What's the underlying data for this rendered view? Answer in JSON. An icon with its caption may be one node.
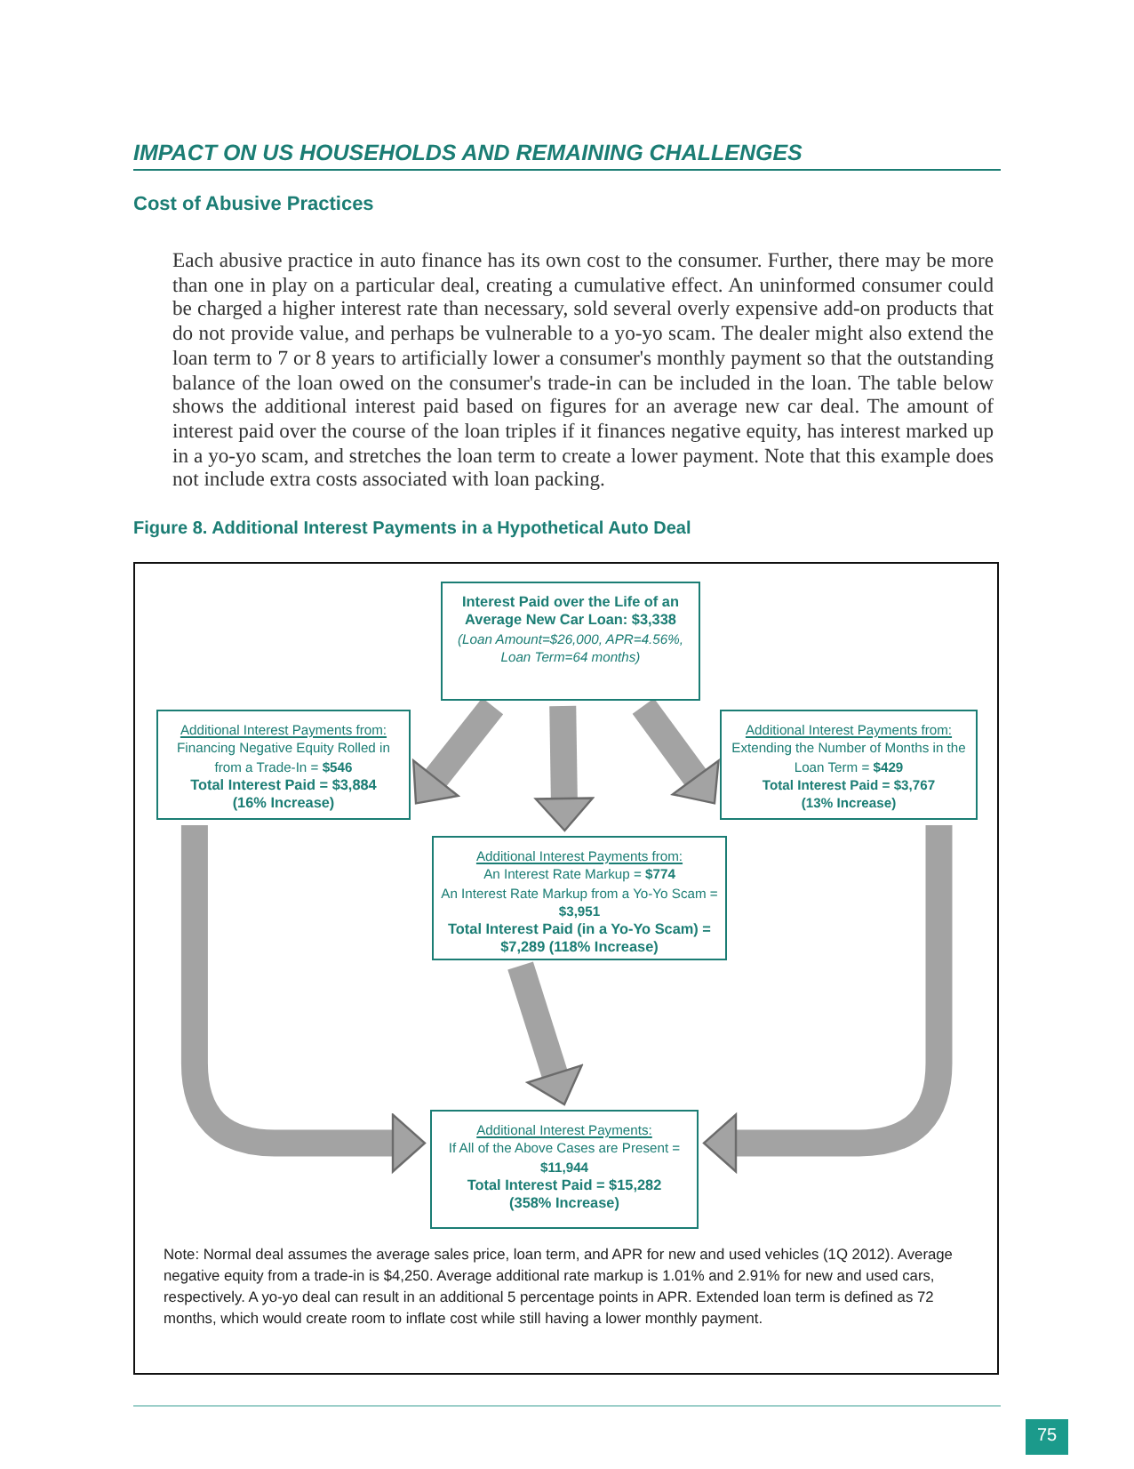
{
  "diagram": {
    "title": "Figure 8. Additional Interest Payments in a Hypothetical Auto Deal",
    "caption": "Note: Normal deal assumes the average sales price, loan term, and APR for new and used vehicles (1Q 2012). Average negative equity from a trade-in is $4,250. Average additional rate markup is 1.01% and 2.91% for new and used cars, respectively. A yo-yo deal can result in an additional 5 percentage points in APR. Extended loan term is defined as 72 months, which would create room to inflate cost while still having a lower monthly payment.",
    "nodes": [
      {
        "text": [
          "Interest Paid over the Life of an Average New Car Loan: $3,338",
          "(Loan Amount=$26,000, APR=4.56%, Loan Term=64 months)"
        ]
      },
      {
        "text": [
          "Additional Interest Payments from:",
          "Financing Negative Equity Rolled in from a Trade-In = **$546**",
          "Total Interest Paid = $3,884",
          "(16% Increase)"
        ]
      },
      {
        "text": [
          "Additional Interest Payments from:",
          "Extending the Number of Months in the Loan Term = **$429**",
          "Total Interest Paid = $3,767",
          "(13% Increase)"
        ]
      },
      {
        "text": [
          "Additional Interest Payments from:",
          "An Interest Rate Markup = **$774**",
          "An Interest Rate Markup from a Yo-Yo Scam = **$3,951**",
          "Total Interest Paid (in a Yo-Yo Scam) = $7,289 (118% Increase)"
        ]
      },
      {
        "text": [
          "Additional Interest Payments:",
          "If All of the Above Cases are Present = **$11,944**",
          "Total Interest Paid = $15,282",
          "(358% Increase)"
        ]
      }
    ],
    "edges": [
      {
        "from": 0,
        "to": 1,
        "arrow": "to"
      },
      {
        "from": 0,
        "to": 3,
        "arrow": "to"
      },
      {
        "from": 0,
        "to": 2,
        "arrow": "to"
      },
      {
        "from": 3,
        "to": 4,
        "arrow": "to"
      },
      {
        "from": 1,
        "to": 4,
        "arrow": "to"
      },
      {
        "from": 2,
        "to": 4,
        "arrow": "to"
      }
    ],
    "labels": [
      "IMPACT ON US HOUSEHOLDS AND REMAINING CHALLENGES",
      "Cost of Abusive Practices",
      "Each abusive practice in auto finance has its own cost to the consumer. Further, there may be more than one in play on a particular deal, creating a cumulative effect. An uninformed consumer could be charged a higher interest rate than necessary, sold several overly expensive add-on products that do not provide value, and perhaps be vulnerable to a yo-yo scam. The dealer might also extend the loan term to 7 or 8 years to artificially lower a consumer's monthly payment so that the outstanding balance of the loan owed on the consumer's trade-in can be included in the loan. The table below shows the additional interest paid based on figures for an average new car deal. The amount of interest paid over the course of the loan triples if it finances negative equity, has interest marked up in a yo-yo scam, and stretches the loan term to create a lower payment. Note that this example does not include extra costs associated with loan packing.",
      "75"
    ]
  }
}
